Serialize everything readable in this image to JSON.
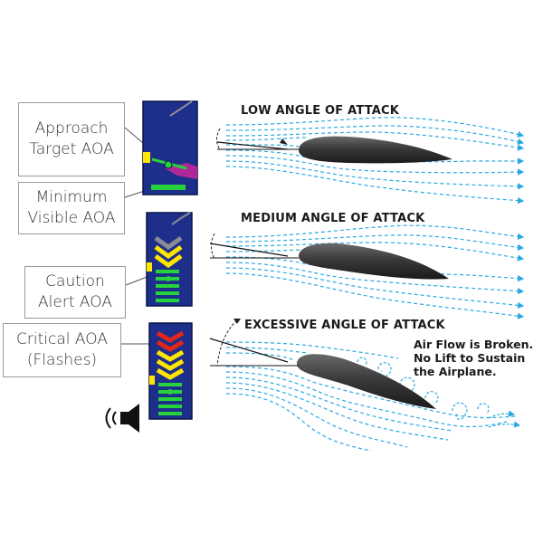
{
  "callouts": {
    "approach": [
      "Approach",
      "Target AOA"
    ],
    "minimum": [
      "Minimum",
      "Visible AOA"
    ],
    "caution": [
      "Caution",
      "Alert AOA"
    ],
    "critical": [
      "Critical AOA",
      "(Flashes)"
    ]
  },
  "panels": [
    {
      "heading": "LOW ANGLE OF ATTACK"
    },
    {
      "heading": "MEDIUM ANGLE OF ATTACK"
    },
    {
      "heading": "EXCESSIVE ANGLE OF ATTACK",
      "note": [
        "Air Flow is Broken.",
        "No Lift to Sustain",
        "the Airplane."
      ]
    }
  ],
  "colors": {
    "indicator_bg": "#1d2f8a",
    "airflow": "#29a9e1",
    "airfoil": "#3a3a3a",
    "red": "#e0261c",
    "yellow": "#ffe600",
    "green": "#28d23c",
    "gray_chevron": "#8c8c96",
    "magenta": "#b0279a"
  },
  "icons": {
    "aural_warning": "speaker-icon"
  }
}
